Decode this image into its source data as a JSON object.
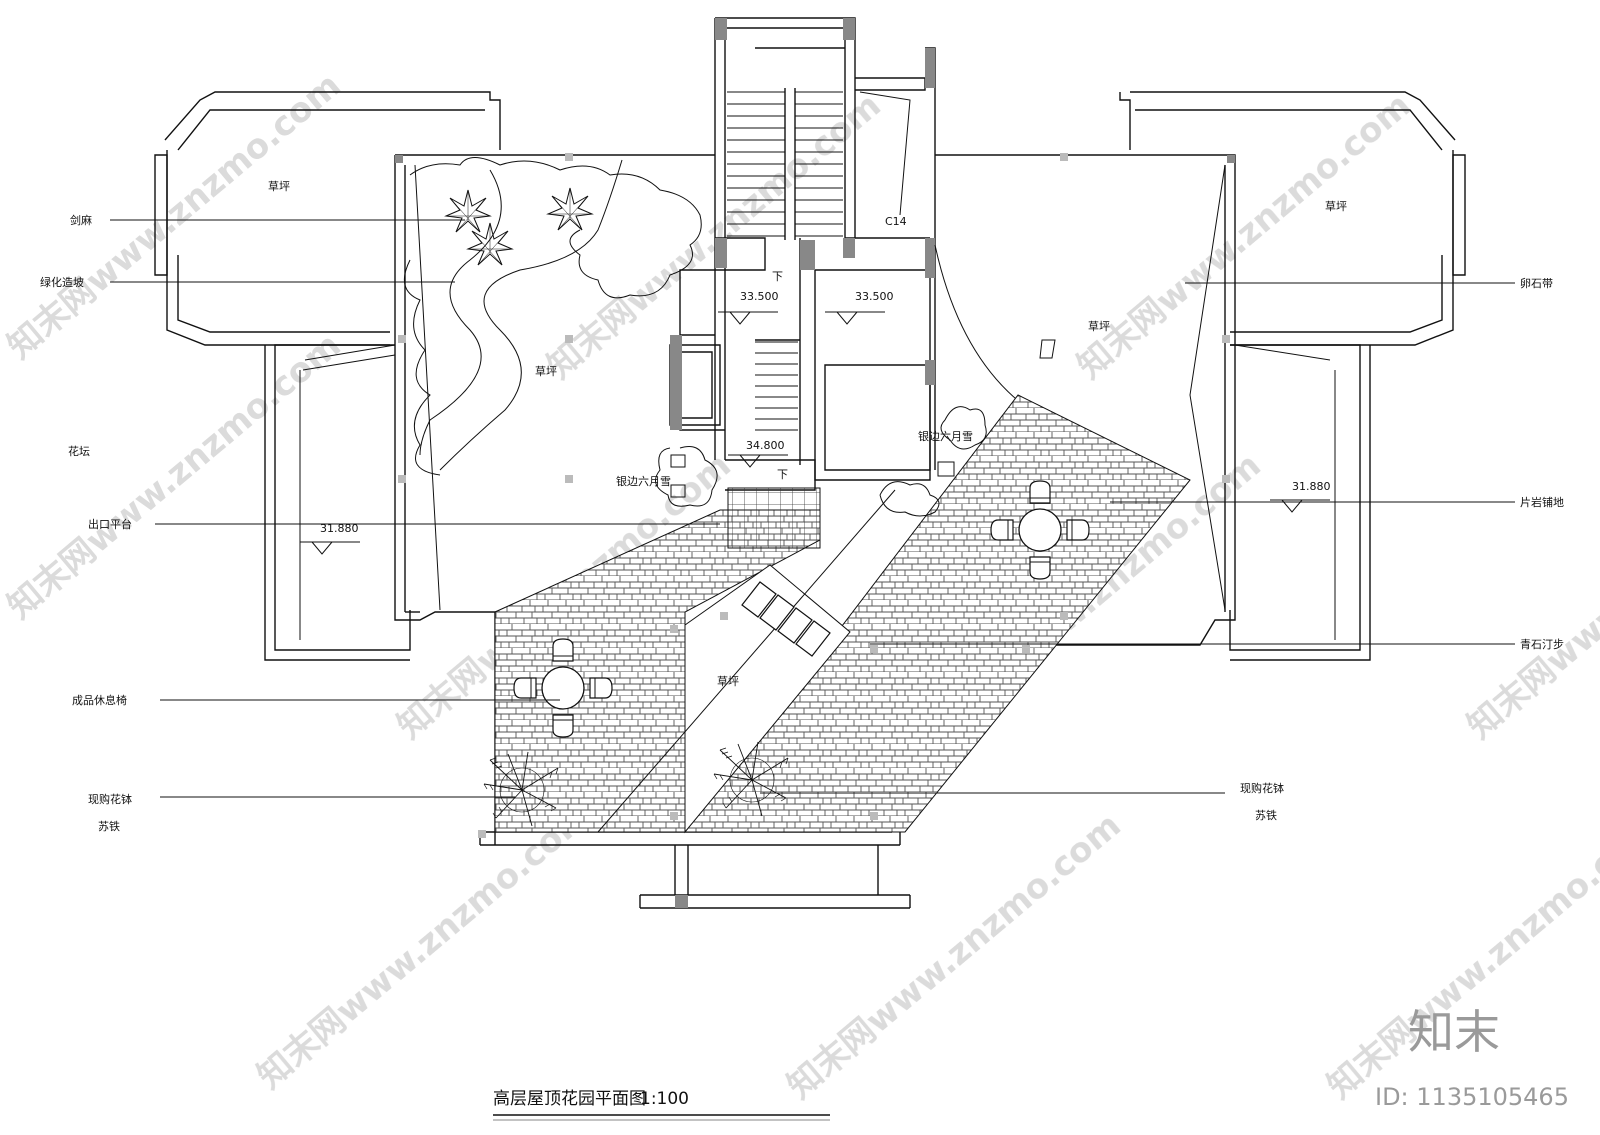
{
  "drawing": {
    "title": "高层屋顶花园平面图",
    "scale": "1:100",
    "room_code": "C14",
    "stair_down": "下"
  },
  "elevations": [
    "33.500",
    "33.500",
    "34.800",
    "31.880",
    "31.880"
  ],
  "zone_labels": {
    "lawn": "草坪",
    "flower_bed": "花坛",
    "silver_snow": "银边六月雪"
  },
  "callouts_left": [
    "剑麻",
    "绿化造坡",
    "出口平台",
    "成品休息椅",
    "现购花钵",
    "苏铁"
  ],
  "callouts_right": [
    "卵石带",
    "片岩铺地",
    "青石汀步",
    "现购花钵",
    "苏铁"
  ],
  "watermark": {
    "brand": "知末",
    "id": "ID: 1135105465",
    "site_text": "知末网www.znzmo.com"
  },
  "colors": {
    "line": "#111111",
    "paving": "#555555",
    "watermark": "#9a9a9a"
  }
}
